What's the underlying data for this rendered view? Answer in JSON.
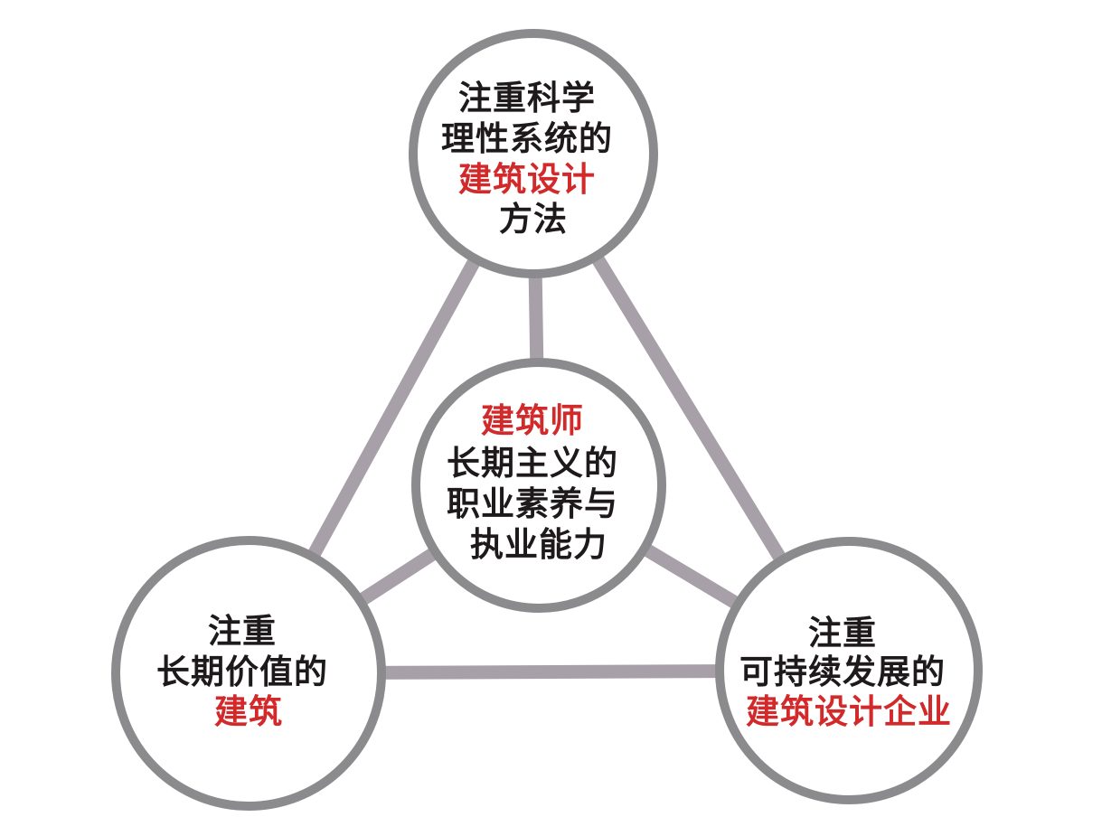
{
  "colors": {
    "background": "#ffffff",
    "node_fill": "#ffffff",
    "node_border": "#8b8b8d",
    "connector": "#a8a0a8",
    "text_primary": "#1e1a1b",
    "text_accent": "#d2292b"
  },
  "diagram": {
    "type": "relationship-diagram",
    "nodes": {
      "top": {
        "lines": [
          {
            "text": "注重科学",
            "color": "#1e1a1b"
          },
          {
            "text": "理性系统的",
            "color": "#1e1a1b"
          },
          {
            "text": "建筑设计",
            "color": "#d2292b"
          },
          {
            "text": "方法",
            "color": "#1e1a1b"
          }
        ]
      },
      "center": {
        "lines": [
          {
            "text": "建筑师",
            "color": "#d2292b"
          },
          {
            "text": "长期主义的",
            "color": "#1e1a1b"
          },
          {
            "text": "职业素养与",
            "color": "#1e1a1b"
          },
          {
            "text": "执业能力",
            "color": "#1e1a1b"
          }
        ]
      },
      "bottom_left": {
        "lines": [
          {
            "text": "注重",
            "color": "#1e1a1b"
          },
          {
            "text": "长期价值的",
            "color": "#1e1a1b"
          },
          {
            "text": "建筑",
            "color": "#d2292b"
          }
        ]
      },
      "bottom_right": {
        "lines": [
          {
            "text": "注重",
            "color": "#1e1a1b"
          },
          {
            "text": "可持续发展的",
            "color": "#1e1a1b"
          },
          {
            "text": "建筑设计企业",
            "color": "#d2292b"
          }
        ]
      }
    }
  }
}
